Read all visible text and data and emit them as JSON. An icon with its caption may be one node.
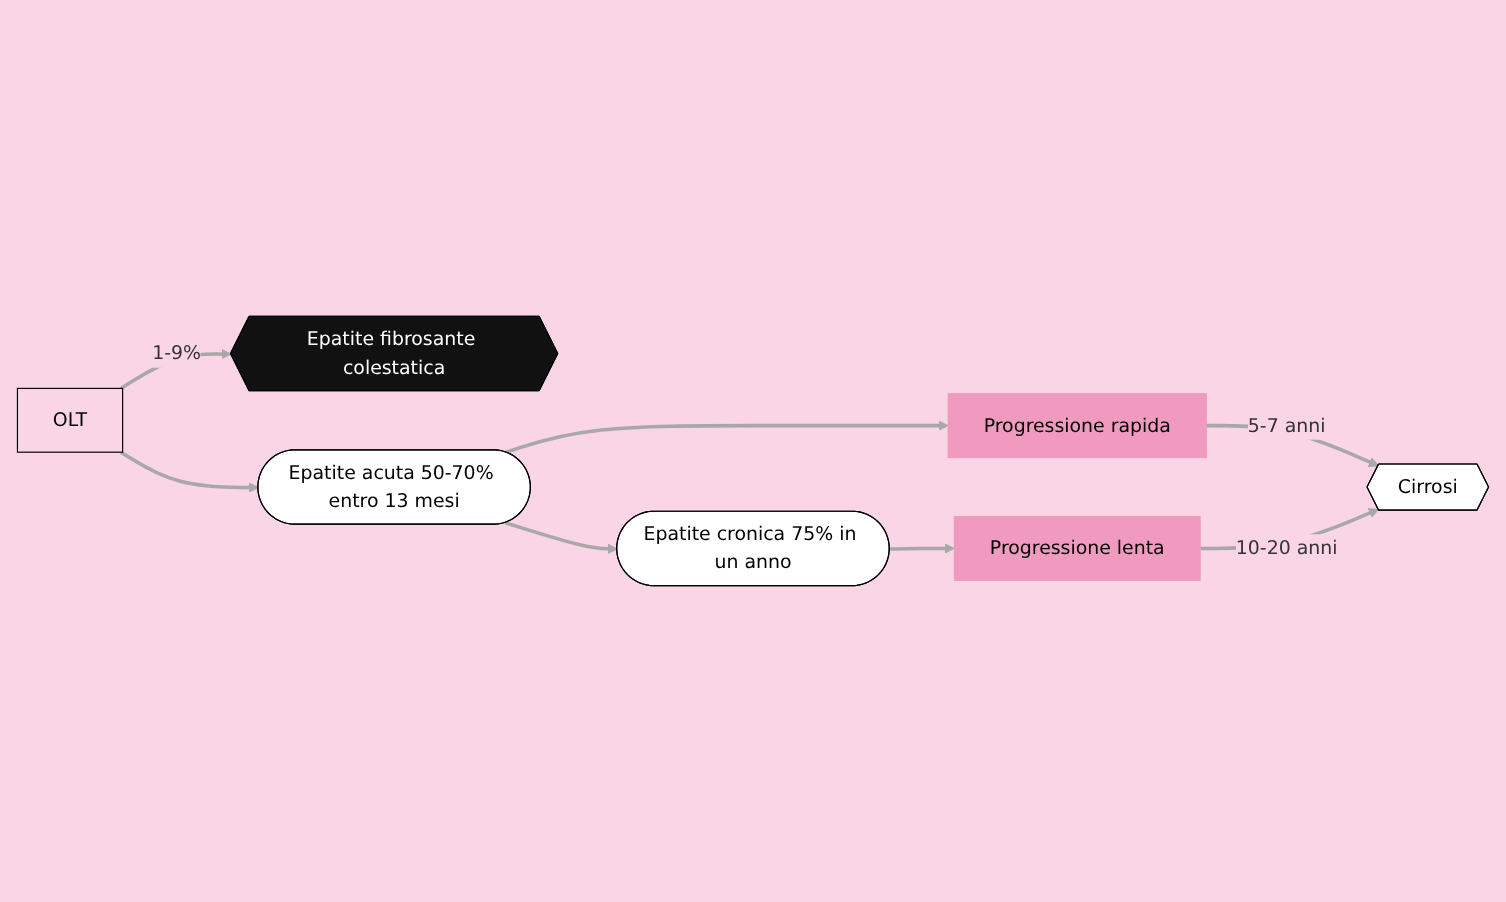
{
  "diagram": {
    "nodes": [
      {
        "text": [
          "OLT"
        ]
      },
      {
        "text": [
          "Epatite fibrosante colestatica"
        ]
      },
      {
        "text": [
          "Epatite acuta 50-70% entro 13 mesi"
        ]
      },
      {
        "text": [
          "Progressione rapida"
        ]
      },
      {
        "text": [
          "Cirrosi"
        ]
      },
      {
        "text": [
          "Epatite cronica 75% in un anno"
        ]
      },
      {
        "text": [
          "Progressione lenta"
        ]
      }
    ],
    "edges": [
      {
        "from": 0,
        "to": 1,
        "arrow": "to",
        "label": "1-9%"
      },
      {
        "from": 0,
        "to": 2,
        "arrow": "to"
      },
      {
        "from": 2,
        "to": 3,
        "arrow": "to"
      },
      {
        "from": 3,
        "to": 4,
        "arrow": "to",
        "label": "5-7 anni"
      },
      {
        "from": 2,
        "to": 5,
        "arrow": "to"
      },
      {
        "from": 5,
        "to": 6,
        "arrow": "to"
      },
      {
        "from": 6,
        "to": 4,
        "arrow": "to",
        "label": "10-20 anni"
      }
    ]
  }
}
